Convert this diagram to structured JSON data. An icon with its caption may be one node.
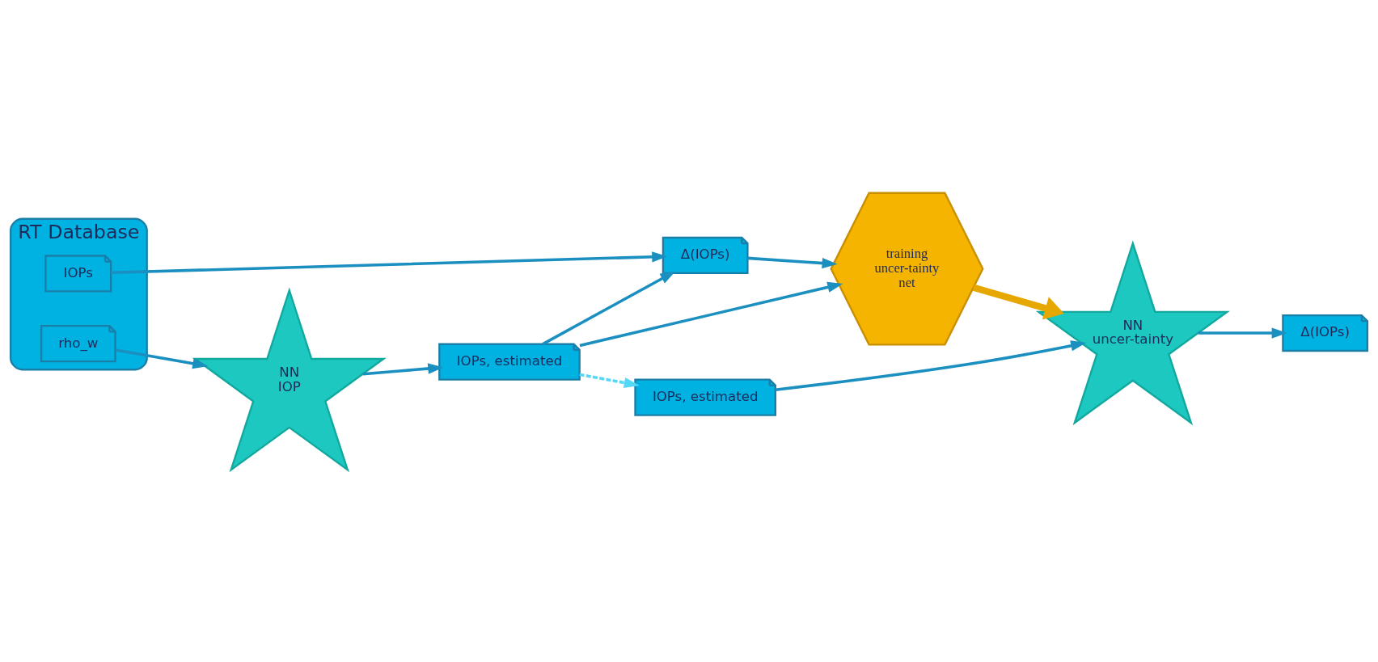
{
  "diagram": {
    "nodes": [
      {
        "text": [
          "RT Database"
        ]
      },
      {
        "text": [
          "IOPs"
        ],
        "in": 0
      },
      {
        "text": [
          "rho_w"
        ],
        "in": 0
      },
      {
        "text": [
          "NN IOP"
        ]
      },
      {
        "text": [
          "IOPs, estimated"
        ]
      },
      {
        "text": [
          "Δ(IOPs)"
        ]
      },
      {
        "text": [
          "training uncer-tainty net"
        ]
      },
      {
        "text": [
          "IOPs, estimated"
        ]
      },
      {
        "text": [
          "NN uncer-tainty"
        ]
      },
      {
        "text": [
          "Δ(IOPs)"
        ]
      }
    ],
    "edges": [
      {
        "from": 2,
        "to": 3,
        "arrow": "to"
      },
      {
        "from": 3,
        "to": 4,
        "arrow": "to"
      },
      {
        "from": 4,
        "to": 6,
        "arrow": "to"
      },
      {
        "from": 4,
        "to": 5,
        "arrow": "to"
      },
      {
        "from": 1,
        "to": 5,
        "arrow": "to"
      },
      {
        "from": 5,
        "to": 6,
        "arrow": "to"
      },
      {
        "from": 4,
        "to": 7,
        "arrow": "to",
        "style": "dashed",
        "color": "#55d8f8"
      },
      {
        "from": 6,
        "to": 8,
        "arrow": "to",
        "style": "thick",
        "color": "#e6a700"
      },
      {
        "from": 7,
        "to": 8,
        "arrow": "to"
      },
      {
        "from": 8,
        "to": 9,
        "arrow": "to"
      }
    ]
  }
}
